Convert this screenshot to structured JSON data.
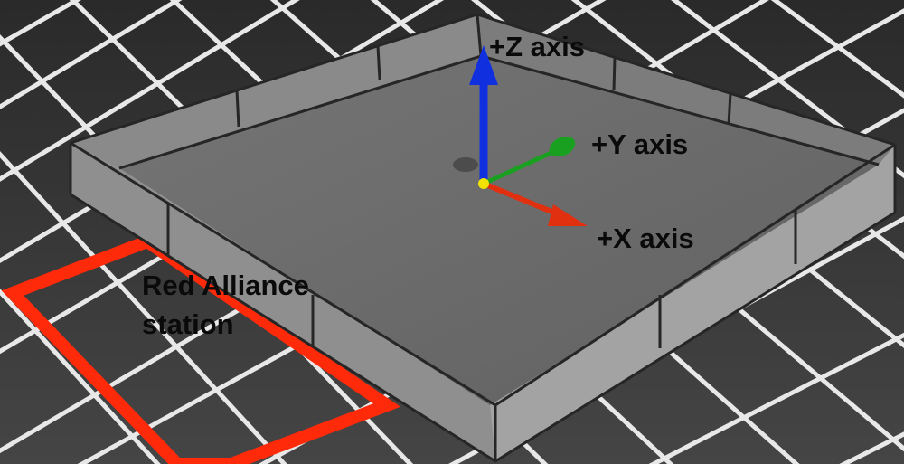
{
  "labels": {
    "z_axis": "+Z axis",
    "y_axis": "+Y axis",
    "x_axis": "+X axis",
    "station_line1": "Red Alliance",
    "station_line2": "station"
  },
  "colors": {
    "background": "#3a3a3a",
    "floor_grid": "#eaeaea",
    "field_top": "#6b6b6b",
    "wall_glass": "#9c9c9c",
    "wall_frame": "#2b2b2b",
    "red_station": "#ff2a0a",
    "z_arrow": "#1030e0",
    "y_arrow": "#1aa020",
    "x_arrow": "#e03010",
    "origin": "#f2e200",
    "label_text": "#0a0a0a"
  }
}
